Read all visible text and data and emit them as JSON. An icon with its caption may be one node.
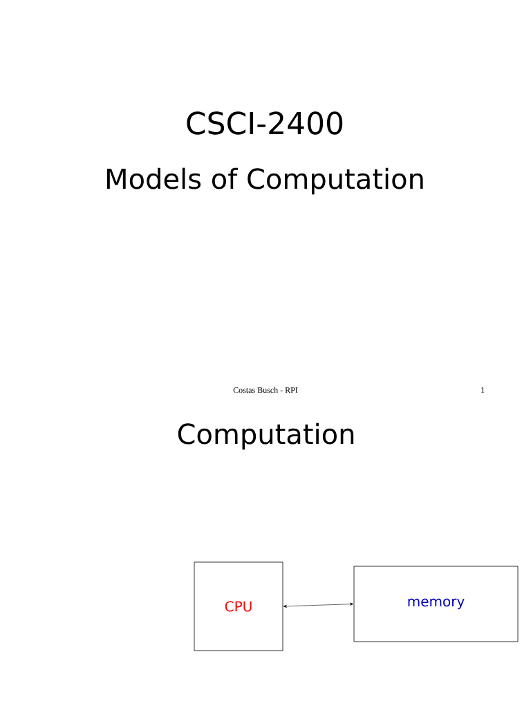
{
  "diagram": {
    "nodes": [
      {
        "text": [
          "CPU"
        ]
      },
      {
        "text": [
          "memory"
        ]
      }
    ],
    "edges": [
      {
        "from": 0,
        "to": 1,
        "arrow": "both"
      }
    ],
    "labels": [
      "CSCI-2400",
      "Models of Computation",
      "Costas Busch  - RPI",
      "1",
      "Computation"
    ]
  }
}
